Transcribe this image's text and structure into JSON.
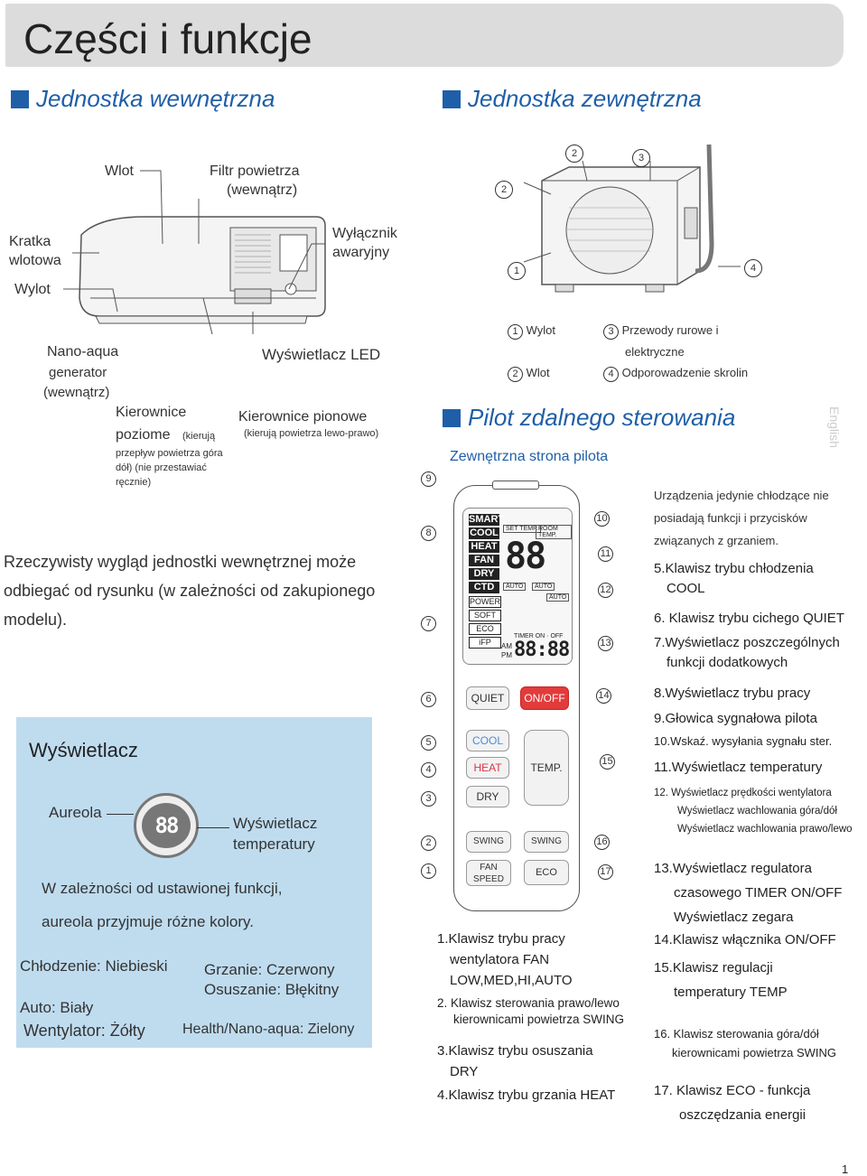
{
  "header": {
    "title": "Części i funkcje"
  },
  "sections": {
    "indoor": "Jednostka wewnętrzna",
    "outdoor": "Jednostka zewnętrzna",
    "remote": "Pilot zdalnego sterowania",
    "english": "English"
  },
  "indoor_labels": {
    "wlot": "Wlot",
    "filtr1": "Filtr powietrza",
    "filtr2": "(wewnątrz)",
    "kratka1": "Kratka",
    "kratka2": "wlotowa",
    "wylot": "Wylot",
    "wylacznik1": "Wyłącznik",
    "wylacznik2": "awaryjny",
    "nano1": "Nano-aqua",
    "nano2": "generator",
    "nano3": "(wewnątrz)",
    "kier_poz1": "Kierownice",
    "kier_poz2": "poziome",
    "kier_poz3": "(kierują",
    "kier_poz4": "przepływ powietrza góra",
    "kier_poz5": "dół) (nie przestawiać",
    "kier_poz6": "ręcznie)",
    "led": "Wyświetlacz LED",
    "kier_pion1": "Kierownice pionowe",
    "kier_pion2": "(kierują powietrza lewo-prawo)"
  },
  "note": [
    "Rzeczywisty wygląd jednostki wewnętrznej może",
    "odbiegać od rysunku (w zależności od zakupionego",
    "modelu)."
  ],
  "outdoor_legend": {
    "n1": "1",
    "l1": "Wylot",
    "n2": "2",
    "l2": "Wlot",
    "n3": "3",
    "l3a": "Przewody rurowe i",
    "l3b": "elektryczne",
    "n4": "4",
    "l4": "Odporowadzenie skrolin"
  },
  "outdoor_callouts": [
    "2",
    "3",
    "2",
    "1",
    "4"
  ],
  "display_panel": {
    "title": "Wyświetlacz",
    "aureola": "Aureola",
    "digits": "88",
    "temp1": "Wyświetlacz",
    "temp2": "temperatury",
    "desc1": "W zależności od ustawionej funkcji,",
    "desc2": "aureola przyjmuje różne kolory.",
    "c1": "Chłodzenie: Niebieski",
    "c2": "Grzanie: Czerwony",
    "c3": "Osuszanie: Błękitny",
    "c4": "Auto: Biały",
    "c5": "Wentylator: Żółty",
    "c6": "Health/Nano-aqua: Zielony"
  },
  "remote": {
    "outer": "Zewnętrzna strona pilota",
    "lcd_modes": [
      "SMART",
      "COOL",
      "HEAT",
      "FAN",
      "DRY",
      "CTD"
    ],
    "lcd_small": [
      "POWER",
      "SOFT",
      "ECO",
      "iFP"
    ],
    "set_temp": "SET TEMP.",
    "room_temp": "ROOM TEMP.",
    "digits": "88",
    "auto1": "AUTO",
    "auto2": "AUTO",
    "auto3": "AUTO",
    "timer": "TIMER ON · OFF",
    "am": "AM",
    "pm": "PM",
    "clock": "88:88",
    "btn_quiet": "QUIET",
    "btn_onoff": "ON/OFF",
    "btn_cool": "COOL",
    "btn_heat": "HEAT",
    "btn_dry": "DRY",
    "btn_temp": "TEMP.",
    "btn_swing1": "SWING",
    "btn_swing2": "SWING",
    "btn_fan": "FAN SPEED",
    "btn_eco": "ECO",
    "callouts_left": [
      "9",
      "8",
      "7",
      "6",
      "5",
      "4",
      "3",
      "2",
      "1"
    ],
    "callouts_right": [
      "10",
      "11",
      "12",
      "13",
      "14",
      "15",
      "16",
      "17"
    ]
  },
  "right_notes": {
    "r0a": "Urządzenia jedynie chłodzące nie",
    "r0b": "posiadają funkcji i przycisków",
    "r0c": "związanych z grzaniem.",
    "r5a": "5.Klawisz trybu chłodzenia",
    "r5b": "COOL",
    "r6": "6. Klawisz trybu cichego QUIET",
    "r7a": "7.Wyświetlacz poszczególnych",
    "r7b": "funkcji dodatkowych",
    "r8": "8.Wyświetlacz trybu pracy",
    "r9": "9.Głowica sygnałowa pilota",
    "r10": "10.Wskaź. wysyłania sygnału ster.",
    "r11": "11.Wyświetlacz temperatury",
    "r12a": "12. Wyświetlacz prędkości wentylatora",
    "r12b": "Wyświetlacz wachlowania góra/dół",
    "r12c": "Wyświetlacz wachlowania prawo/lewo",
    "r13a": "13.Wyświetlacz regulatora",
    "r13b": "czasowego TIMER ON/OFF",
    "r13c": "Wyświetlacz zegara",
    "r14": "14.Klawisz włącznika ON/OFF",
    "r15a": "15.Klawisz regulacji",
    "r15b": "temperatury TEMP",
    "r16a": "16. Klawisz sterowania góra/dół",
    "r16b": "kierownicami powietrza SWING",
    "r17a": "17. Klawisz ECO - funkcja",
    "r17b": "oszczędzania energii"
  },
  "left_notes": {
    "l1a": "1.Klawisz trybu pracy",
    "l1b": "wentylatora FAN",
    "l1c": "LOW,MED,HI,AUTO",
    "l2a": "2. Klawisz sterowania prawo/lewo",
    "l2b": "kierownicami powietrza SWING",
    "l3a": "3.Klawisz trybu osuszania",
    "l3b": "DRY",
    "l4": "4.Klawisz trybu grzania HEAT"
  },
  "page_number": "1",
  "colors": {
    "accent": "#1f5fa8",
    "panel": "#bfdcef",
    "onoff": "#e23b3b"
  }
}
